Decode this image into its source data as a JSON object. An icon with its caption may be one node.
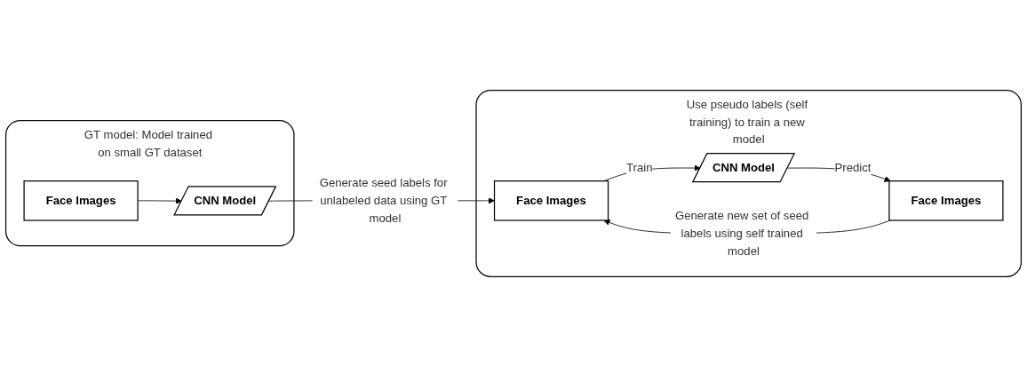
{
  "diagram": {
    "nodes": [
      {
        "text": [],
        "shape": "box",
        "beside": [
          "GT model: Model trained on small GT dataset"
        ]
      },
      {
        "text": [
          "Face Images"
        ],
        "in": 0
      },
      {
        "text": [
          "CNN Model"
        ],
        "in": 0
      },
      {
        "text": [],
        "shape": "box",
        "beside": [
          "Use pseudo labels (self training) to train a new model"
        ]
      },
      {
        "text": [
          "Face Images"
        ],
        "in": 3
      },
      {
        "text": [
          "CNN Model"
        ],
        "in": 3
      },
      {
        "text": [
          "Face Images"
        ],
        "in": 3
      }
    ],
    "edges": [
      {
        "from": 1,
        "to": 2,
        "arrow": "to"
      },
      {
        "from": 2,
        "to": 4,
        "arrow": "to",
        "label": "Generate seed labels for unlabeled data using GT model"
      },
      {
        "from": 4,
        "to": 5,
        "arrow": "to",
        "label": "Train"
      },
      {
        "from": 5,
        "to": 6,
        "arrow": "to",
        "label": "Predict"
      },
      {
        "from": 6,
        "to": 4,
        "arrow": "to",
        "label": "Generate new set of seed labels using self trained model"
      }
    ]
  }
}
